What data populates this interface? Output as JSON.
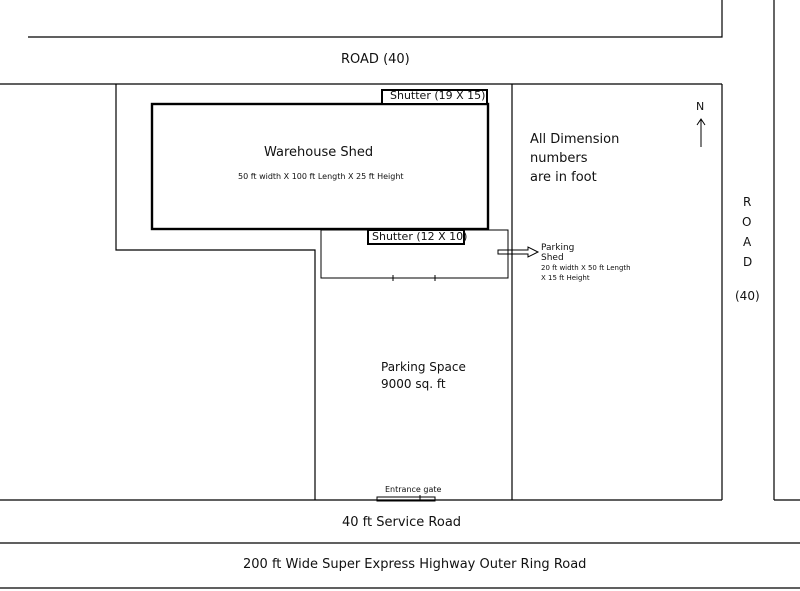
{
  "colors": {
    "line": "#000000",
    "text": "#111111",
    "background": "#ffffff"
  },
  "roads": {
    "top": "ROAD (40)",
    "right_letters": [
      "R",
      "O",
      "A",
      "D"
    ],
    "right_width": "(40)",
    "service": "40 ft Service Road",
    "highway": "200 ft Wide Super Express Highway Outer Ring Road"
  },
  "warehouse": {
    "title": "Warehouse Shed",
    "dimensions": "50 ft width X 100 ft Length X 25 ft Height",
    "shutter_top": "Shutter (19 X 15)",
    "shutter_bottom": "Shutter (12 X 10)"
  },
  "parking_shed": {
    "title_line1": "Parking",
    "title_line2": "Shed",
    "dims_line1": "20 ft width X 50 ft Length",
    "dims_line2": "X 15 ft Height"
  },
  "note": {
    "line1": "All Dimension",
    "line2": "numbers",
    "line3": "are in foot"
  },
  "compass": {
    "label": "N",
    "icon": "north-arrow-icon"
  },
  "parking_space": {
    "title": "Parking Space",
    "area": "9000 sq. ft"
  },
  "entrance_gate": "Entrance gate"
}
